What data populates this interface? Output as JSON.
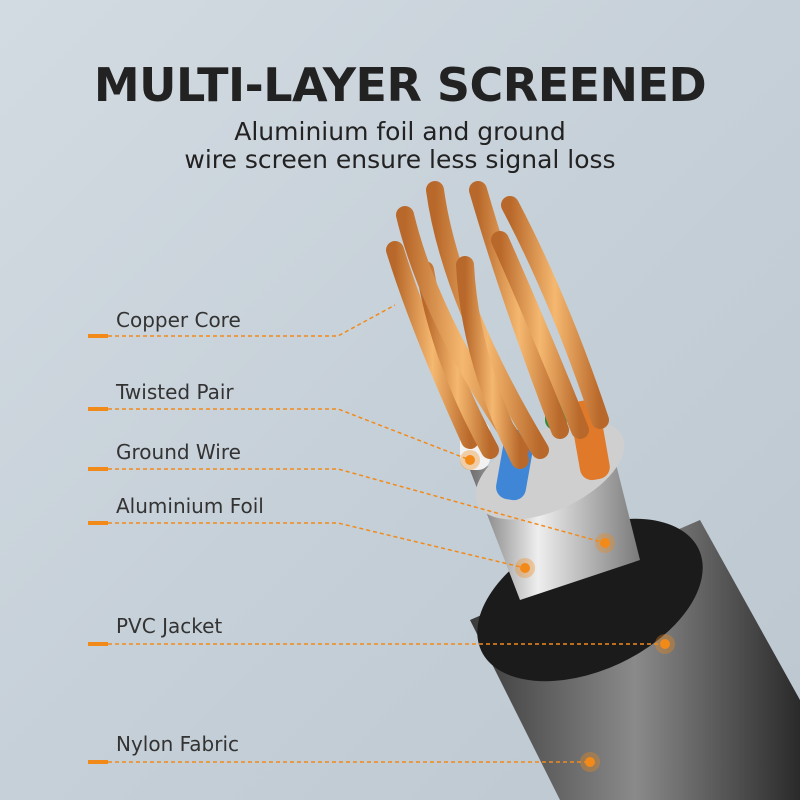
{
  "heading": "MULTI-LAYER SCREENED",
  "subheading": [
    "Aluminium foil and ground",
    "wire screen ensure less signal loss"
  ],
  "labels": [
    {
      "text": "Copper Core"
    },
    {
      "text": "Twisted Pair"
    },
    {
      "text": "Ground Wire"
    },
    {
      "text": "Aluminium Foil"
    },
    {
      "text": "PVC Jacket"
    },
    {
      "text": "Nylon Fabric"
    }
  ],
  "colors": {
    "accent": "#f28a1a",
    "copper": "#e39a4c",
    "jacket": "#1e1e1e"
  }
}
